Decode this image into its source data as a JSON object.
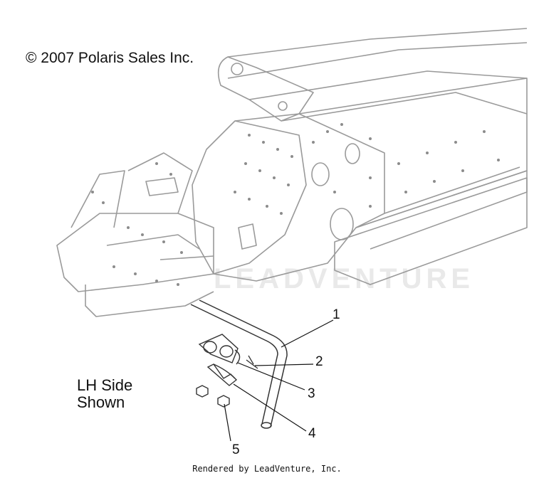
{
  "copyright": "© 2007 Polaris Sales Inc.",
  "side_label": {
    "line1": "LH Side",
    "line2": "Shown"
  },
  "footer": "Rendered by LeadVenture, Inc.",
  "watermark": "LEADVENTURE",
  "callouts": [
    "1",
    "2",
    "3",
    "4",
    "5"
  ]
}
